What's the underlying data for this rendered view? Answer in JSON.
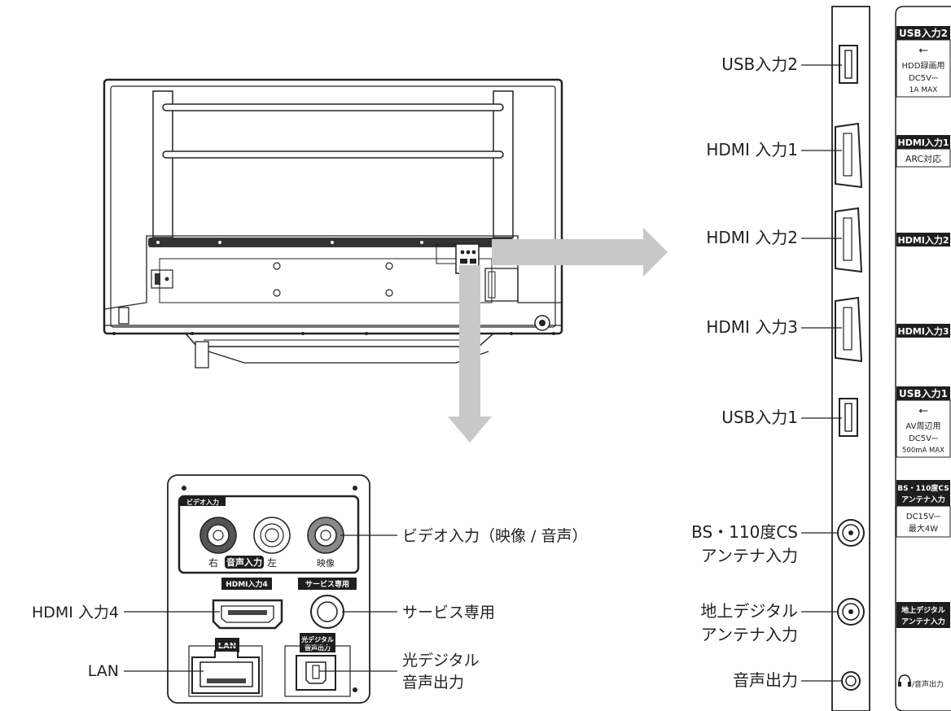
{
  "callouts": {
    "usb2": "USB入力2",
    "hdmi1": "HDMI 入力1",
    "hdmi2": "HDMI 入力2",
    "hdmi3": "HDMI 入力3",
    "usb1": "USB入力1",
    "bs_line1": "BS・110度CS",
    "bs_line2": "アンテナ入力",
    "terr_line1": "地上デジタル",
    "terr_line2": "アンテナ入力",
    "audio_out": "音声出力",
    "video_in": "ビデオ入力（映像 / 音声）",
    "service": "サービス専用",
    "hdmi4": "HDMI 入力4",
    "lan": "LAN",
    "optical_line1": "光デジタル",
    "optical_line2": "音声出力"
  },
  "side_panel": {
    "usb2_badge": "USB入力2",
    "usb2_l1": "HDD録画用",
    "usb2_l2": "DC5V⎓",
    "usb2_l3": "1A MAX",
    "hdmi1_badge": "HDMI入力1",
    "hdmi1_sub": "ARC対応",
    "hdmi2_badge": "HDMI入力2",
    "hdmi3_badge": "HDMI入力3",
    "usb1_badge": "USB入力1",
    "usb1_l1": "AV周辺用",
    "usb1_l2": "DC5V⎓",
    "usb1_l3": "500mA MAX",
    "bs_badge_l1": "BS・110度CS",
    "bs_badge_l2": "アンテナ入力",
    "bs_sub_l1": "DC15V⎓",
    "bs_sub_l2": "最大4W",
    "terr_badge_l1": "地上デジタル",
    "terr_badge_l2": "アンテナ入力",
    "audio_out_label": "/音声出力"
  },
  "rear_panel": {
    "video_tag": "ビデオ入力",
    "right": "右",
    "audio_in": "音声入力",
    "left": "左",
    "video": "映像",
    "hdmi4_tag": "HDMI入力4",
    "service_tag": "サービス専用",
    "lan_tag": "LAN",
    "optical_tag_l1": "光デジタル",
    "optical_tag_l2": "音声出力"
  },
  "colors": {
    "arrow": "#c8c8c8",
    "badge": "#1e1e1e",
    "line": "#222222"
  }
}
